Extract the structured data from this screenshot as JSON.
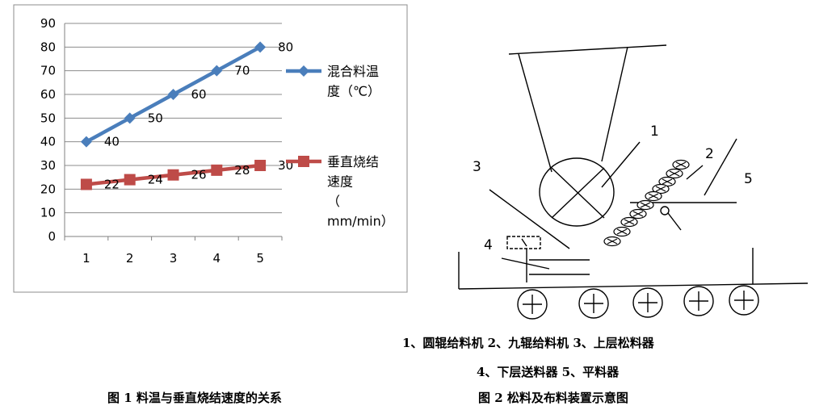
{
  "chart_data": {
    "type": "line",
    "categories": [
      "1",
      "2",
      "3",
      "4",
      "5"
    ],
    "y_ticks": [
      "0",
      "10",
      "20",
      "30",
      "40",
      "50",
      "60",
      "70",
      "80",
      "90"
    ],
    "ylim": [
      0,
      90
    ],
    "grid": true,
    "legend_position": "right",
    "series": [
      {
        "name": "混合料温度（℃）",
        "legend_lines": [
          "混合料温",
          "度（℃）"
        ],
        "color": "#4a7ebb",
        "marker": "diamond",
        "values": [
          40,
          50,
          60,
          70,
          80
        ]
      },
      {
        "name": "垂直烧结速度（mm/min）",
        "legend_lines": [
          "垂直烧结",
          "速度",
          "（",
          "mm/min）"
        ],
        "color": "#be4b48",
        "marker": "square",
        "values": [
          22,
          24,
          26,
          28,
          30
        ]
      }
    ]
  },
  "diagram": {
    "labels": [
      "1",
      "2",
      "3",
      "4",
      "5"
    ],
    "legend_line1": "1、圆辊给料机    2、九辊给料机 3、上层松料器",
    "legend_line2": "4、下层送料器    5、平料器"
  },
  "captions": {
    "fig1": "图 1    料温与垂直烧结速度的关系",
    "fig2": "图 2    松料及布料装置示意图"
  }
}
